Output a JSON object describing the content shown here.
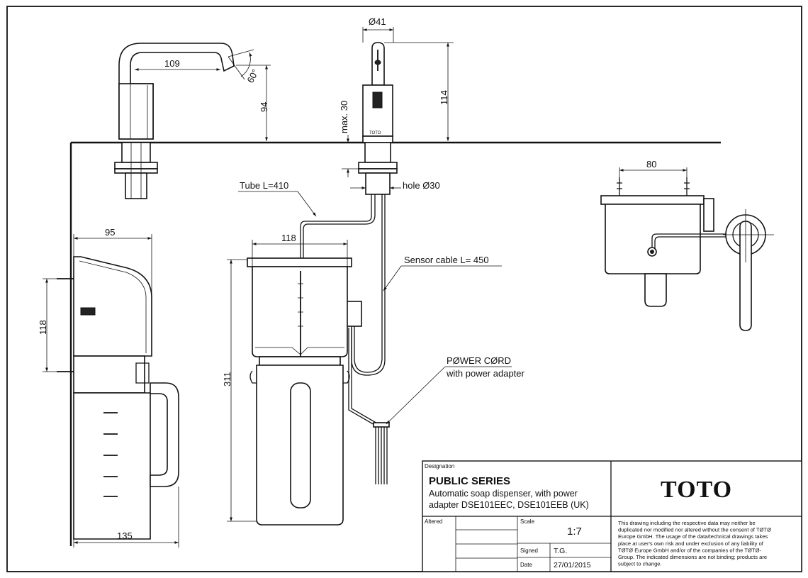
{
  "dimensions": {
    "d_diameter_41": "Ø41",
    "d_109": "109",
    "d_60deg": "60°",
    "d_94": "94",
    "d_max30": "max. 30",
    "d_114": "114",
    "d_80": "80",
    "d_95": "95",
    "d_118_side": "118",
    "d_118_tank": "118",
    "d_311": "311",
    "d_135": "135"
  },
  "labels": {
    "tube": "Tube L=410",
    "hole": "hole Ø30",
    "sensor_cable": "Sensor cable L= 450",
    "power_cord_line1": "PØWER CØRD",
    "power_cord_line2": "with power adapter",
    "faucet_brand_mark": "TOTO"
  },
  "title_block": {
    "designation_label": "Designation",
    "title": "PUBLIC SERIES",
    "subtitle_line1": "Automatic soap dispenser, with power",
    "subtitle_line2": "adapter DSE101EEC, DSE101EEB (UK)",
    "logo": "TOTO",
    "altered_label": "Altered",
    "scale_label": "Scale",
    "scale_value": "1:7",
    "signed_label": "Signed",
    "signed_value": "T.G.",
    "date_label": "Date",
    "date_value": "27/01/2015",
    "disclaimer_lines": [
      "This drawing including the respective data may neither be",
      "duplicated nor modified nor altered without the consent of TØTØ",
      "Europe GmbH. The usage of the data/technical drawings takes",
      "place at user's own risk and under exclusion of any liability of",
      "TØTØ Europe GmbH and/or of the companies of the TØTØ-",
      "Group. The indicated dimensions are not binding; products are",
      "subject to change."
    ]
  }
}
